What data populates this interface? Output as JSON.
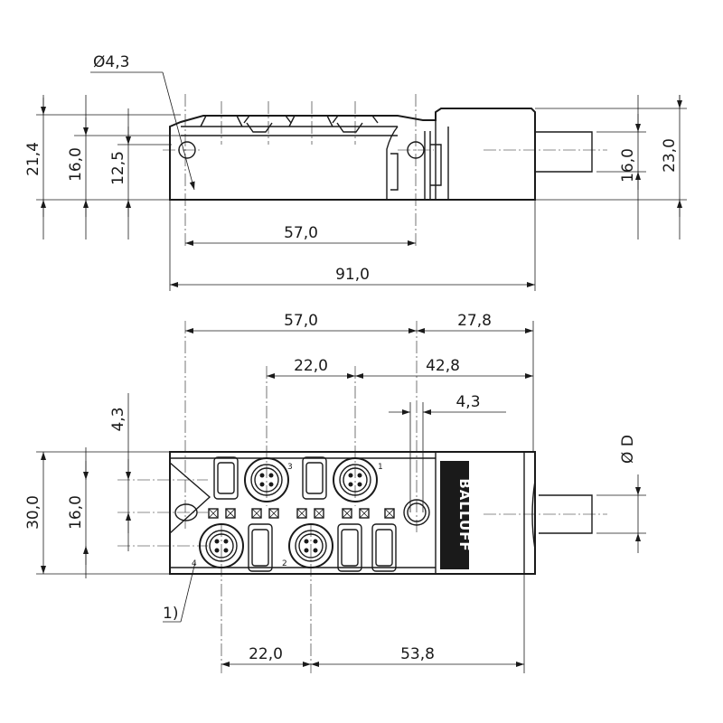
{
  "side_view": {
    "hole_dia": "Ø4,3",
    "height_total": "21,4",
    "height_mid": "16,0",
    "height_low": "12,5",
    "hole_spacing": "57,0",
    "length_total": "91,0",
    "right_height_mid": "16,0",
    "right_height_total": "23,0"
  },
  "top_view": {
    "hole_spacing": "57,0",
    "cable_length": "27,8",
    "upper_pitch": "22,0",
    "upper_offset": "42,8",
    "hole_dia": "4,3",
    "cable_dia": "Ø D",
    "height_total": "30,0",
    "height_mid": "16,0",
    "height_small": "4,3",
    "lower_pitch": "22,0",
    "lower_offset": "53,8",
    "note": "1)",
    "brand": "BALLUFF",
    "port_numbers": [
      "3",
      "1",
      "2",
      "4"
    ]
  }
}
